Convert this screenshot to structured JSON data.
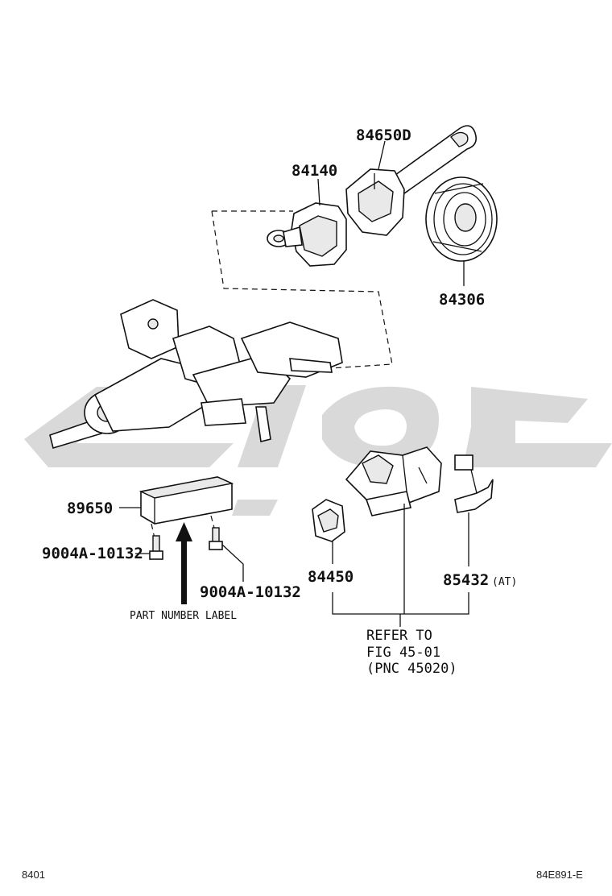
{
  "labels": {
    "p84650D": "84650D",
    "p84140": "84140",
    "p84306": "84306",
    "p89650": "89650",
    "p9004A_left": "9004A-10132",
    "p9004A_right": "9004A-10132",
    "p84450": "84450",
    "p85432": "85432",
    "p85432_note": "(AT)",
    "part_number_label": "PART NUMBER LABEL",
    "refer_line1": "REFER TO",
    "refer_line2": "FIG 45-01",
    "refer_line3": "(PNC 45020)"
  },
  "footer": {
    "page_code": "8401",
    "figure_code": "84E891-E"
  }
}
